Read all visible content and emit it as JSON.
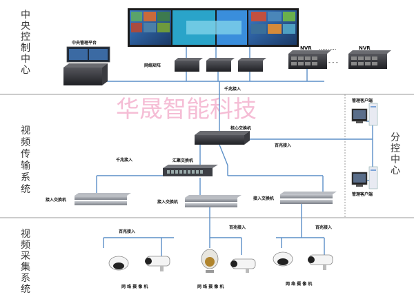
{
  "zones": {
    "center": "中央控制中心",
    "transmission": "视频传输系统",
    "capture": "视频采集系统",
    "branch": "分控中心"
  },
  "watermark": "华晟智能科技",
  "labels": {
    "central_platform": "中央管理平台",
    "matrix": "网络矩阵",
    "nvr": "NVR",
    "dots": "..........",
    "gigabit": "千兆接入",
    "core_switch": "核心交换机",
    "agg_switch": "汇聚交换机",
    "access_switch": "接入交换机",
    "fast": "百兆接入",
    "client": "管理客户端",
    "camera_group": "网 络 摄 像 机"
  },
  "colors": {
    "line": "#5b8fc7",
    "separator": "#999999",
    "device_dark": "#2e2e33",
    "switch_gray": "#8e9299"
  }
}
